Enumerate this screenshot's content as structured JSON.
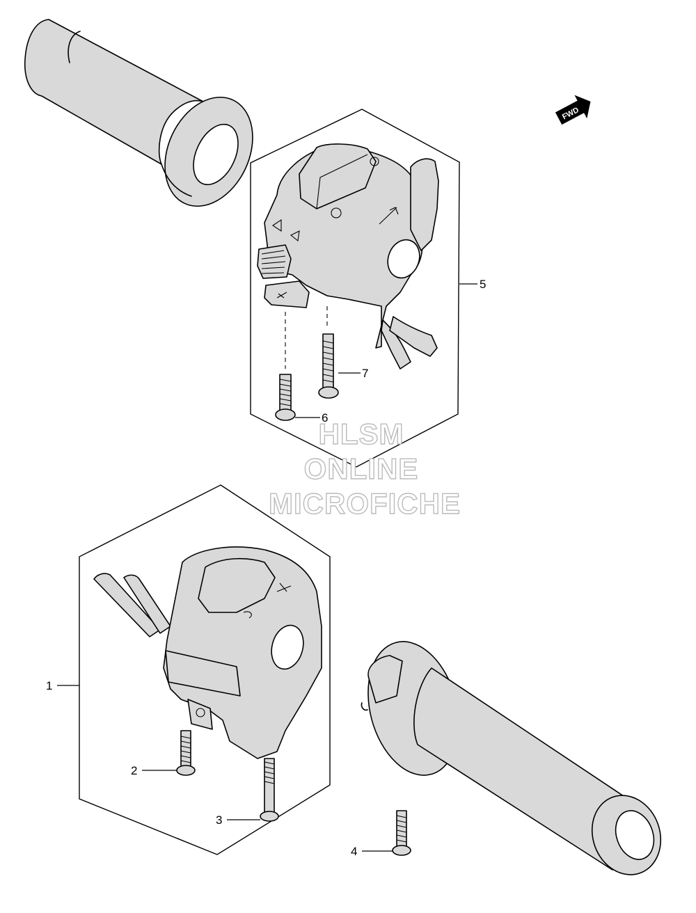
{
  "callouts": [
    {
      "id": "1",
      "label": "1"
    },
    {
      "id": "2",
      "label": "2"
    },
    {
      "id": "3",
      "label": "3"
    },
    {
      "id": "4",
      "label": "4"
    },
    {
      "id": "5",
      "label": "5"
    },
    {
      "id": "6",
      "label": "6"
    },
    {
      "id": "7",
      "label": "7"
    }
  ],
  "direction_badge": {
    "label": "FWD"
  },
  "watermark": {
    "line1": "HLSM",
    "line2": "ONLINE",
    "line3": "MICROFICHE",
    "color": "#bbbbbb"
  },
  "colors": {
    "line": "#000000",
    "fill": "#d9d9d9",
    "background": "#ffffff"
  }
}
